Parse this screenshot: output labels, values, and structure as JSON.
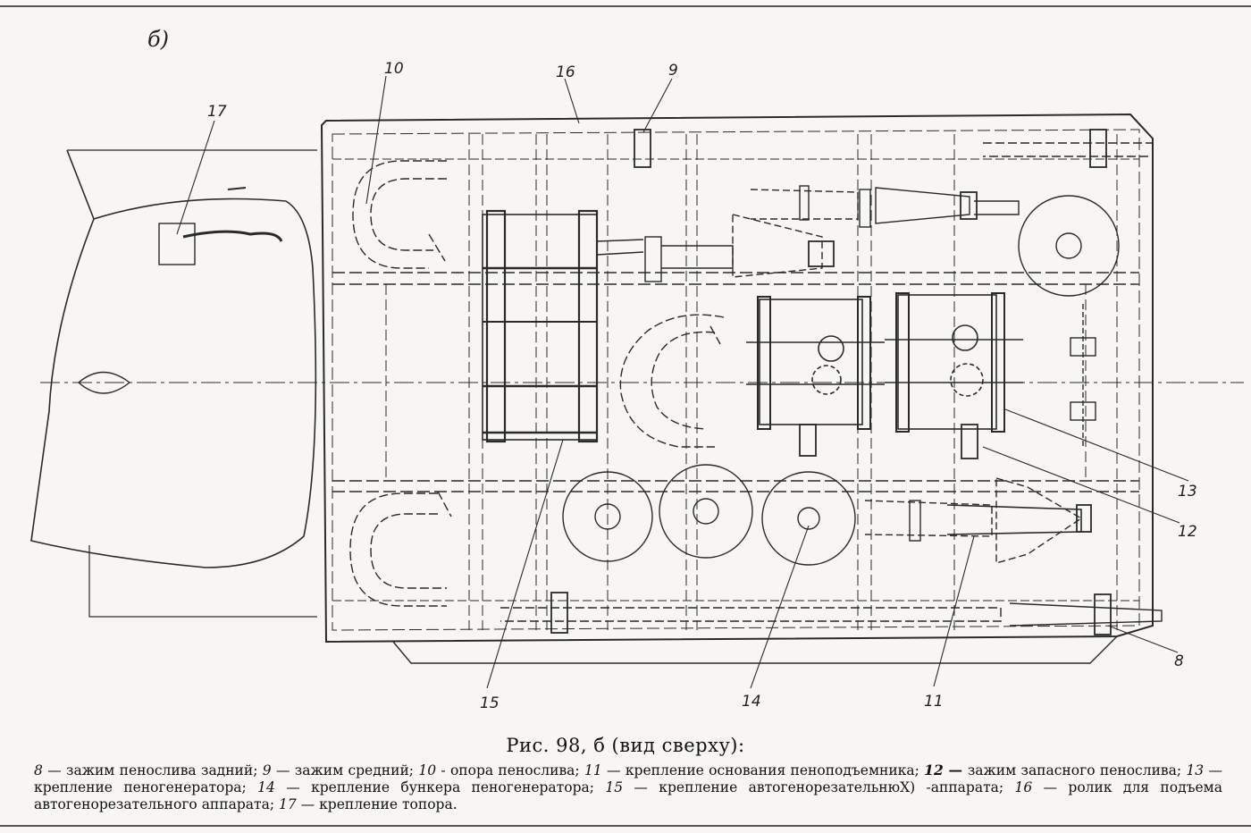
{
  "panel_letter": "б)",
  "callouts": [
    "10",
    "16",
    "9",
    "17",
    "13",
    "12",
    "8",
    "11",
    "14",
    "15"
  ],
  "caption_title": "Рис. 98, б (вид сверху):",
  "legend": [
    {
      "num": "8",
      "sep": " — ",
      "text": "зажим пенослива задний;"
    },
    {
      "num": "9",
      "sep": " — ",
      "text": "зажим средний;"
    },
    {
      "num": "10",
      "sep": " - ",
      "text": "опора пенослива;"
    },
    {
      "num": "11",
      "sep": " — ",
      "text": "крепление основания пеноподъемника;"
    },
    {
      "num": "12",
      "sep": " — ",
      "text": "зажим запасного пенослива;"
    },
    {
      "num": "13",
      "sep": " — ",
      "text": "крепление пеногенератора;"
    },
    {
      "num": "14",
      "sep": " — ",
      "text": "крепление бункера пеногенератора;"
    },
    {
      "num": "15",
      "sep": " — ",
      "text": "крепление автогенорезательнюХ) -аппарата;"
    },
    {
      "num": "16",
      "sep": " — ",
      "text": "ролик для подъема автогенорезательного аппарата;"
    },
    {
      "num": "17",
      "sep": " — ",
      "text": "крепление топора."
    }
  ]
}
